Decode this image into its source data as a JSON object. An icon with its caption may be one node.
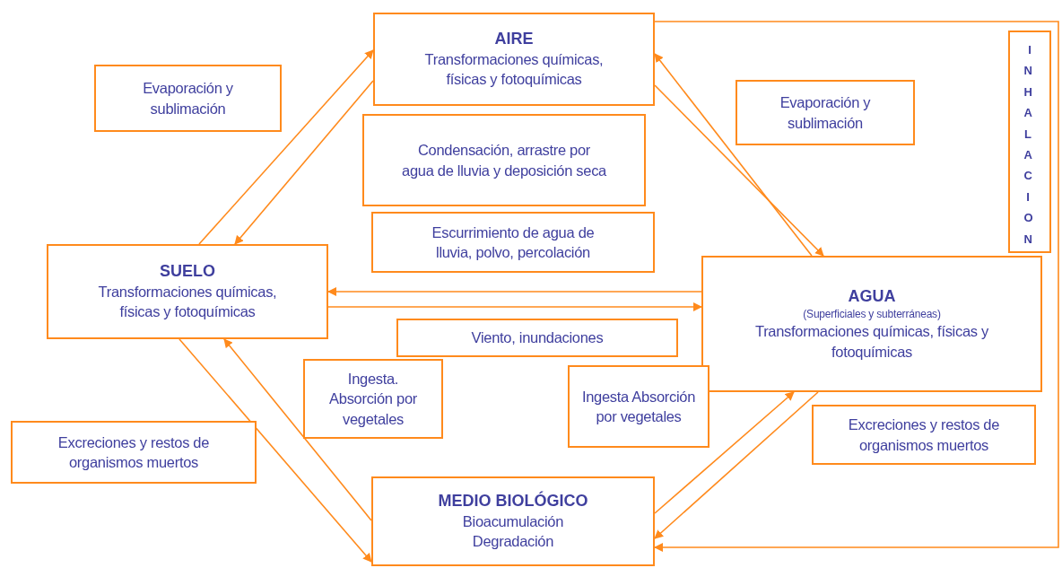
{
  "diagram": {
    "nodes": [
      {
        "text": [
          "AIRE",
          "Transformaciones químicas, físicas y fotoquímicas"
        ]
      },
      {
        "text": [
          "Evaporación y sublimación"
        ]
      },
      {
        "text": [
          "Condensación, arrastre por agua de lluvia y deposición seca"
        ]
      },
      {
        "text": [
          "Escurrimiento de agua de lluvia, polvo, percolación"
        ]
      },
      {
        "text": [
          "Evaporación y sublimación"
        ]
      },
      {
        "text": [
          "INHALACION"
        ]
      },
      {
        "text": [
          "SUELO",
          "Transformaciones químicas, físicas y fotoquímicas"
        ]
      },
      {
        "text": [
          "AGUA",
          "(Superficiales y subterráneas)",
          "Transformaciones químicas, físicas y fotoquímicas"
        ]
      },
      {
        "text": [
          "Viento, inundaciones"
        ]
      },
      {
        "text": [
          "Ingesta. Absorción por vegetales"
        ]
      },
      {
        "text": [
          "Ingesta Absorción por vegetales"
        ]
      },
      {
        "text": [
          "Excreciones y restos de organismos muertos"
        ]
      },
      {
        "text": [
          "Excreciones y restos de organismos muertos"
        ]
      },
      {
        "text": [
          "MEDIO BIOLÓGICO",
          "Bioacumulación",
          "Degradación"
        ]
      }
    ],
    "edges": [
      {
        "from": 6,
        "to": 0,
        "arrow": "to"
      },
      {
        "from": 0,
        "to": 6,
        "arrow": "to"
      },
      {
        "from": 7,
        "to": 0,
        "arrow": "to"
      },
      {
        "from": 0,
        "to": 7,
        "arrow": "to"
      },
      {
        "from": 7,
        "to": 6,
        "arrow": "to"
      },
      {
        "from": 6,
        "to": 7,
        "arrow": "to"
      },
      {
        "from": 6,
        "to": 13,
        "arrow": "to"
      },
      {
        "from": 13,
        "to": 6,
        "arrow": "to"
      },
      {
        "from": 13,
        "to": 7,
        "arrow": "to"
      },
      {
        "from": 7,
        "to": 13,
        "arrow": "to"
      },
      {
        "from": 0,
        "to": 13,
        "arrow": "to"
      }
    ]
  }
}
